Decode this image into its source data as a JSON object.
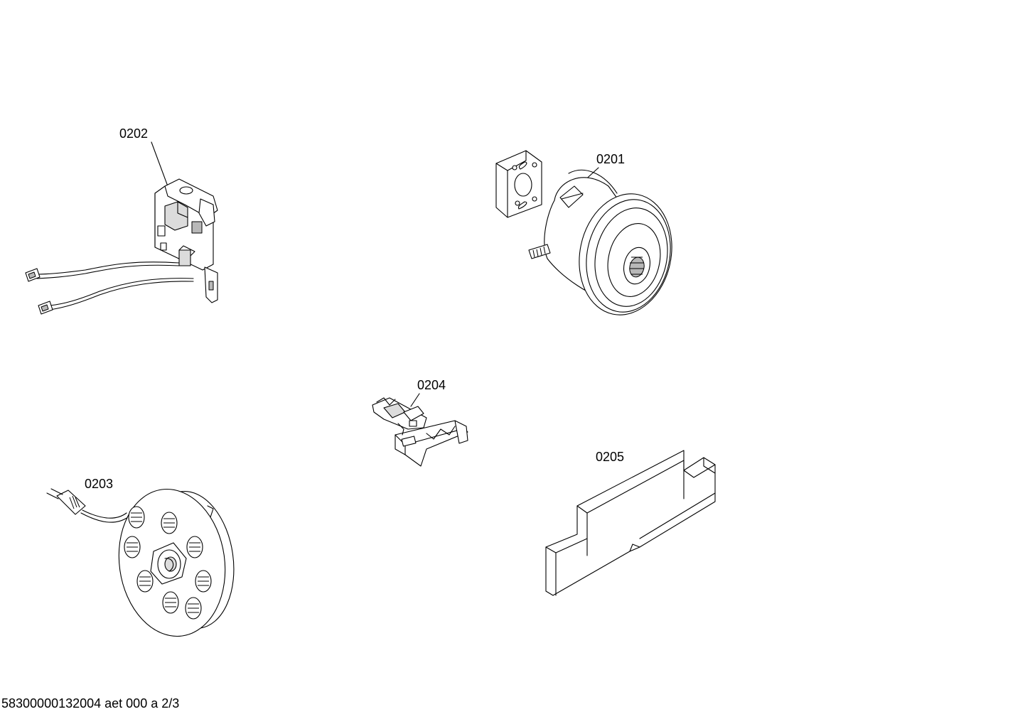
{
  "parts": [
    {
      "id": "0201",
      "label": "0201",
      "icon": "vacuum-motor-icon"
    },
    {
      "id": "0202",
      "label": "0202",
      "icon": "electronic-board-icon"
    },
    {
      "id": "0203",
      "label": "0203",
      "icon": "cable-reel-icon"
    },
    {
      "id": "0204",
      "label": "0204",
      "icon": "switch-holder-icon"
    },
    {
      "id": "0205",
      "label": "0205",
      "icon": "foam-filter-icon"
    }
  ],
  "footer": {
    "text": "58300000132004 aet 000 a 2/3"
  }
}
